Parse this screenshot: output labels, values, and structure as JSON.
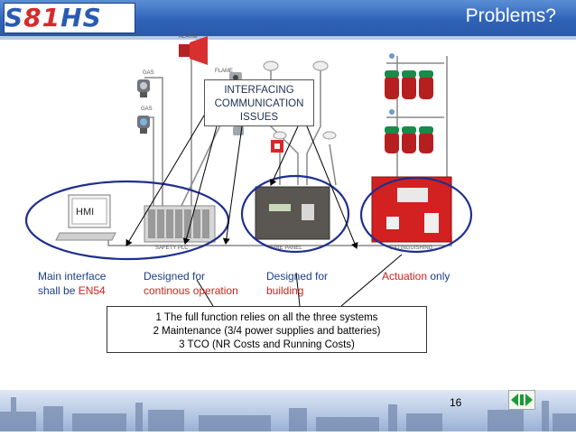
{
  "header": {
    "logo_s": "S",
    "logo_81": "81",
    "logo_hs": "HS",
    "title": "Problems?"
  },
  "diagram_labels": {
    "alarm": "ALARM",
    "gas1": "GAS",
    "gas2": "GAS",
    "flame": "FLAME",
    "hmi": "HMI",
    "safety_plc": "SAFETY PLC",
    "fire_panel": "FIRE PANEL",
    "extinguishing": "EXTINGUISHING"
  },
  "issues_box": {
    "line1": "INTERFACING",
    "line2": "COMMUNICATION",
    "line3": "ISSUES"
  },
  "annotations": {
    "hmi_line1": "Main interface",
    "hmi_line2_prefix": "shall be ",
    "hmi_line2_red": "EN54",
    "plc_line1": "Designed for",
    "plc_line2": "continous operation",
    "fire_line1": "Designed for",
    "fire_line2": "building",
    "ext_red": "Actuation",
    "ext_rest": " only"
  },
  "summary": {
    "line1": "1 The full function relies on all the three systems",
    "line2": "2 Maintenance (3/4 power supplies and batteries)",
    "line3": "3 TCO (NR Costs and Running Costs)"
  },
  "footer": {
    "page_number": "16"
  },
  "colors": {
    "header_blue": "#2f63b8",
    "ellipse_navy": "#1f2f8f",
    "accent_red": "#d41d1d"
  }
}
